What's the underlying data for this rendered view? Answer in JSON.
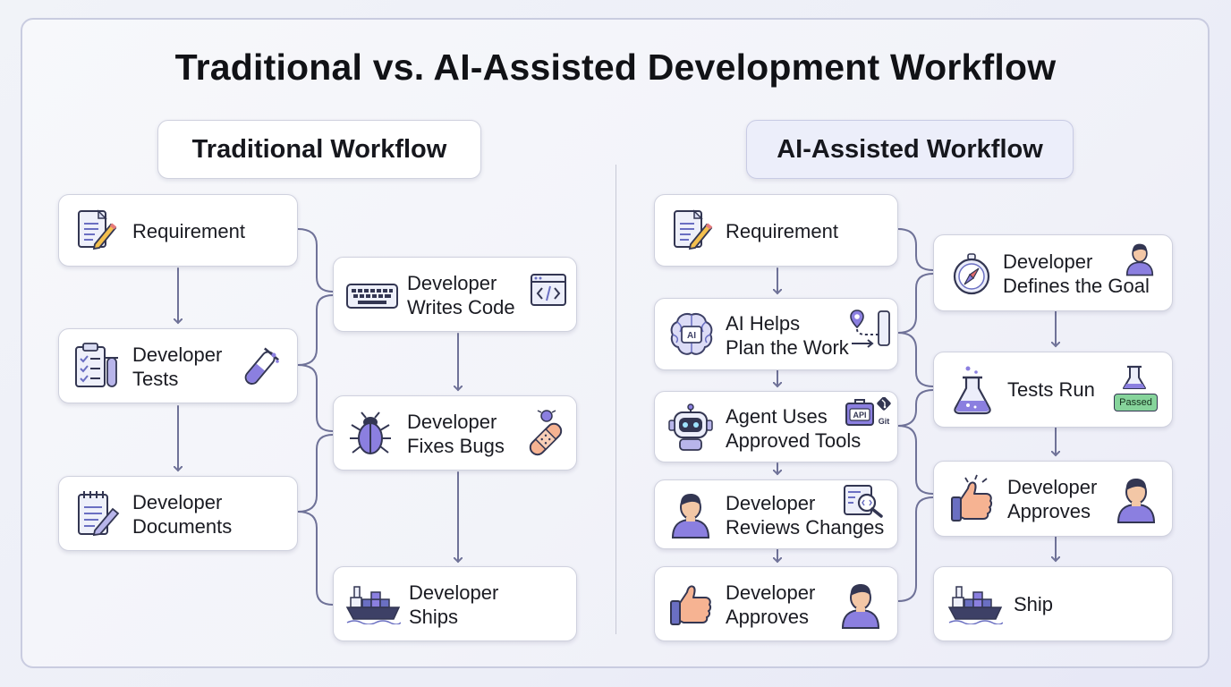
{
  "title": "Traditional vs. AI-Assisted Development Workflow",
  "traditional": {
    "header": "Traditional Workflow",
    "nodes": {
      "requirement": {
        "line1": "Requirement",
        "icon": "document-pencil-icon"
      },
      "tests": {
        "line1": "Developer",
        "line2": "Tests",
        "icon": "clipboard-checklist-icon"
      },
      "documents": {
        "line1": "Developer",
        "line2": "Documents",
        "icon": "notepad-pencil-icon"
      },
      "writes_code": {
        "line1": "Developer",
        "line2": "Writes Code",
        "icon": "keyboard-icon"
      },
      "fixes_bugs": {
        "line1": "Developer",
        "line2": "Fixes Bugs",
        "icon": "bug-icon"
      },
      "ships": {
        "line1": "Developer",
        "line2": "Ships",
        "icon": "cargo-ship-icon"
      }
    }
  },
  "ai": {
    "header": "AI-Assisted Workflow",
    "nodes": {
      "requirement": {
        "line1": "Requirement",
        "icon": "document-pencil-icon"
      },
      "ai_plan": {
        "line1": "AI Helps",
        "line2": "Plan the Work",
        "icon": "ai-brain-icon"
      },
      "agent_tools": {
        "line1": "Agent Uses",
        "line2": "Approved Tools",
        "icon": "robot-icon",
        "tag_api": "API",
        "tag_git": "Git"
      },
      "reviews": {
        "line1": "Developer",
        "line2": "Reviews Changes",
        "icon": "person-icon"
      },
      "approves_left": {
        "line1": "Developer",
        "line2": "Approves",
        "icon": "thumbs-up-icon"
      },
      "defines_goal": {
        "line1": "Developer",
        "line2": "Defines the Goal",
        "icon": "compass-icon"
      },
      "tests_run": {
        "line1": "Tests Run",
        "icon": "flask-icon",
        "badge": "Passed"
      },
      "approves_right": {
        "line1": "Developer",
        "line2": "Approves",
        "icon": "thumbs-up-icon"
      },
      "ship": {
        "line1": "Ship",
        "icon": "cargo-ship-icon"
      }
    }
  },
  "colors": {
    "accent": "#6a6fc2",
    "connector": "#6f7298",
    "node_border": "#cfd1de",
    "passed_badge": "#86d49b"
  }
}
